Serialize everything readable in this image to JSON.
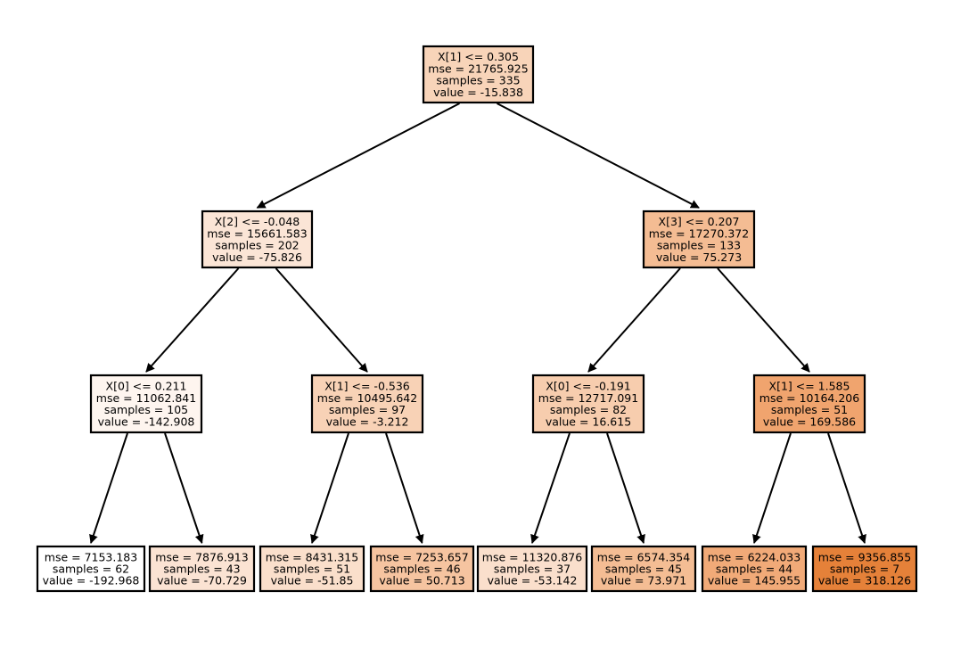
{
  "tree": {
    "edge_color": "#000000",
    "border_color": "#000000",
    "nodes": [
      {
        "id": "n0",
        "lines": [
          "X[1] <= 0.305",
          "mse = 21765.925",
          "samples = 335",
          "value = -15.838"
        ],
        "fill": "#f8d4b9"
      },
      {
        "id": "n1",
        "lines": [
          "X[2] <= -0.048",
          "mse = 15661.583",
          "samples = 202",
          "value = -75.826"
        ],
        "fill": "#fbe5d6"
      },
      {
        "id": "n2",
        "lines": [
          "X[0] <= 0.211",
          "mse = 11062.841",
          "samples = 105",
          "value = -142.908"
        ],
        "fill": "#fef5ef"
      },
      {
        "id": "n3",
        "lines": [
          "mse = 7153.183",
          "samples = 62",
          "value = -192.968"
        ],
        "fill": "#ffffff"
      },
      {
        "id": "n4",
        "lines": [
          "mse = 7876.913",
          "samples = 43",
          "value = -70.729"
        ],
        "fill": "#fbe3d3"
      },
      {
        "id": "n5",
        "lines": [
          "X[1] <= -0.536",
          "mse = 10495.642",
          "samples = 97",
          "value = -3.212"
        ],
        "fill": "#f8d2b6"
      },
      {
        "id": "n6",
        "lines": [
          "mse = 8431.315",
          "samples = 51",
          "value = -51.85"
        ],
        "fill": "#fadfcb"
      },
      {
        "id": "n7",
        "lines": [
          "mse = 7253.657",
          "samples = 46",
          "value = 50.713"
        ],
        "fill": "#f6c4a0"
      },
      {
        "id": "n8",
        "lines": [
          "X[3] <= 0.207",
          "mse = 17270.372",
          "samples = 133",
          "value = 75.273"
        ],
        "fill": "#f4bc93"
      },
      {
        "id": "n9",
        "lines": [
          "X[0] <= -0.191",
          "mse = 12717.091",
          "samples = 82",
          "value = 16.615"
        ],
        "fill": "#f7cdae"
      },
      {
        "id": "n10",
        "lines": [
          "mse = 11320.876",
          "samples = 37",
          "value = -53.142"
        ],
        "fill": "#fadfcc"
      },
      {
        "id": "n11",
        "lines": [
          "mse = 6574.354",
          "samples = 45",
          "value = 73.971"
        ],
        "fill": "#f4bd94"
      },
      {
        "id": "n12",
        "lines": [
          "X[1] <= 1.585",
          "mse = 10164.206",
          "samples = 51",
          "value = 169.586"
        ],
        "fill": "#f0a46e"
      },
      {
        "id": "n13",
        "lines": [
          "mse = 6224.033",
          "samples = 44",
          "value = 145.955"
        ],
        "fill": "#f1aa78"
      },
      {
        "id": "n14",
        "lines": [
          "mse = 9356.855",
          "samples = 7",
          "value = 318.126"
        ],
        "fill": "#e58139"
      }
    ],
    "edges": [
      [
        "n0",
        "n1"
      ],
      [
        "n0",
        "n8"
      ],
      [
        "n1",
        "n2"
      ],
      [
        "n1",
        "n5"
      ],
      [
        "n2",
        "n3"
      ],
      [
        "n2",
        "n4"
      ],
      [
        "n5",
        "n6"
      ],
      [
        "n5",
        "n7"
      ],
      [
        "n8",
        "n9"
      ],
      [
        "n8",
        "n12"
      ],
      [
        "n9",
        "n10"
      ],
      [
        "n9",
        "n11"
      ],
      [
        "n12",
        "n13"
      ],
      [
        "n12",
        "n14"
      ]
    ]
  }
}
